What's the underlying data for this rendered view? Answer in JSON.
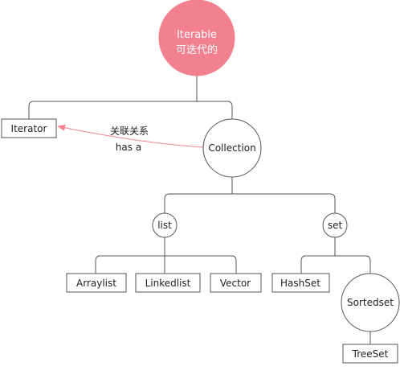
{
  "root": {
    "line1": "Iterable",
    "line2": "可迭代的",
    "fill": "#f2808e"
  },
  "iterator": {
    "label": "Iterator"
  },
  "collection": {
    "label": "Collection"
  },
  "relation": {
    "line1": "关联关系",
    "line2": "has a",
    "color": "#f2808e"
  },
  "list": {
    "label": "list"
  },
  "set": {
    "label": "set"
  },
  "arraylist": {
    "label": "Arraylist"
  },
  "linkedlist": {
    "label": "Linkedlist"
  },
  "vector": {
    "label": "Vector"
  },
  "hashset": {
    "label": "HashSet"
  },
  "sortedset": {
    "label": "Sortedset"
  },
  "treeset": {
    "label": "TreeSet"
  }
}
